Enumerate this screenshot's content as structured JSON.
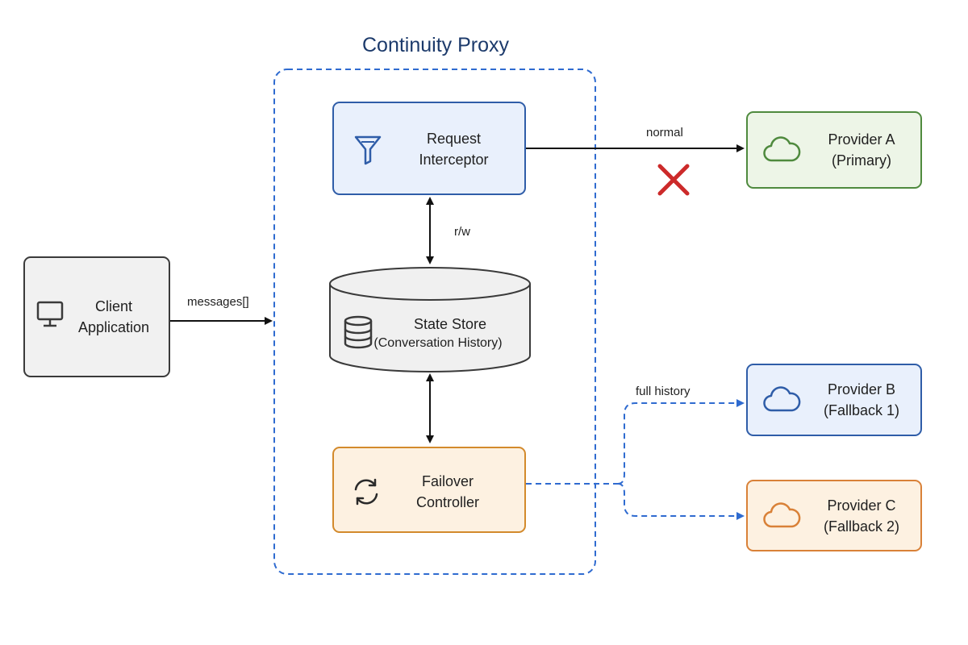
{
  "title": "Continuity Proxy",
  "nodes": {
    "client": {
      "line1": "Client",
      "line2": "Application",
      "icon": "monitor-icon"
    },
    "interceptor": {
      "line1": "Request",
      "line2": "Interceptor",
      "icon": "filter-icon"
    },
    "store": {
      "line1": "State Store",
      "line2": "(Conversation History)",
      "icon": "database-icon"
    },
    "failover": {
      "line1": "Failover",
      "line2": "Controller",
      "icon": "refresh-icon"
    },
    "provider_a": {
      "line1": "Provider A",
      "line2": "(Primary)",
      "icon": "cloud-icon"
    },
    "provider_b": {
      "line1": "Provider B",
      "line2": "(Fallback 1)",
      "icon": "cloud-icon"
    },
    "provider_c": {
      "line1": "Provider C",
      "line2": "(Fallback 2)",
      "icon": "cloud-icon"
    }
  },
  "edges": {
    "client_to_proxy": "messages[]",
    "interceptor_store": "r/w",
    "interceptor_to_a": "normal",
    "failover_to_fallbacks": "full history"
  },
  "status": {
    "primary_failed_icon": "x-mark-icon"
  },
  "colors": {
    "proxy_border": "#2f6bd0",
    "title": "#1c3a6b",
    "failure_mark": "#cc2a2a",
    "provider_a": "#4f8a3e",
    "provider_b": "#2f5da8",
    "provider_c": "#d98138",
    "interceptor": "#2f5da8",
    "failover": "#d38a2c"
  }
}
